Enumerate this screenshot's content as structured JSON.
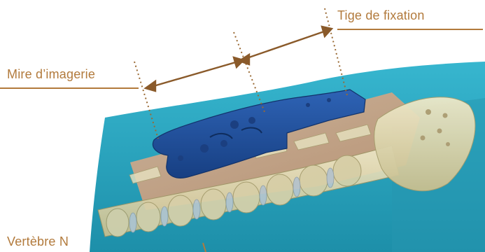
{
  "labels": {
    "tige": "Tige de fixation",
    "mire": "Mire d’imagerie",
    "vertebre": "Vertèbre N"
  },
  "colors": {
    "label_text": "#b27a3c",
    "leader_line": "#b27a3c",
    "skin": "#2aa8c1",
    "surgical_drape": "#e9a278",
    "bone": "#dcd5ae",
    "imaging_target": "#1f4f9c"
  }
}
